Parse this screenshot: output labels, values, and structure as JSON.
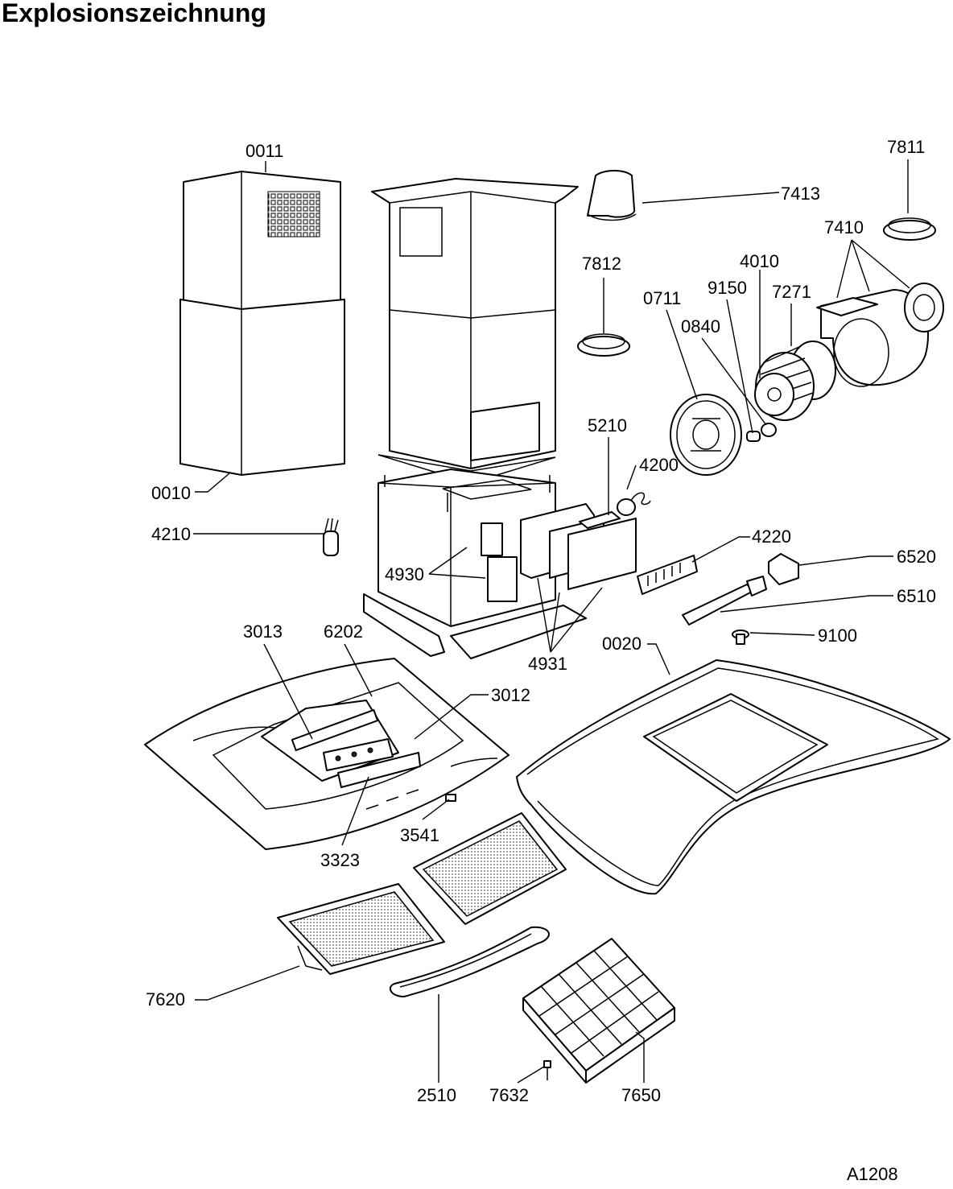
{
  "title": "Explosionszeichnung",
  "drawing_id": "A1208",
  "parts": {
    "p0011": "0011",
    "p0010": "0010",
    "p4210": "4210",
    "p7413": "7413",
    "p7811": "7811",
    "p7410": "7410",
    "p7812": "7812",
    "p4010": "4010",
    "p9150": "9150",
    "p7271": "7271",
    "p0711": "0711",
    "p0840": "0840",
    "p5210": "5210",
    "p4200": "4200",
    "p4220": "4220",
    "p6520": "6520",
    "p6510": "6510",
    "p9100": "9100",
    "p4930": "4930",
    "p4931": "4931",
    "p0020": "0020",
    "p3013": "3013",
    "p6202": "6202",
    "p3012": "3012",
    "p3541": "3541",
    "p3323": "3323",
    "p7620": "7620",
    "p2510": "2510",
    "p7632": "7632",
    "p7650": "7650"
  }
}
